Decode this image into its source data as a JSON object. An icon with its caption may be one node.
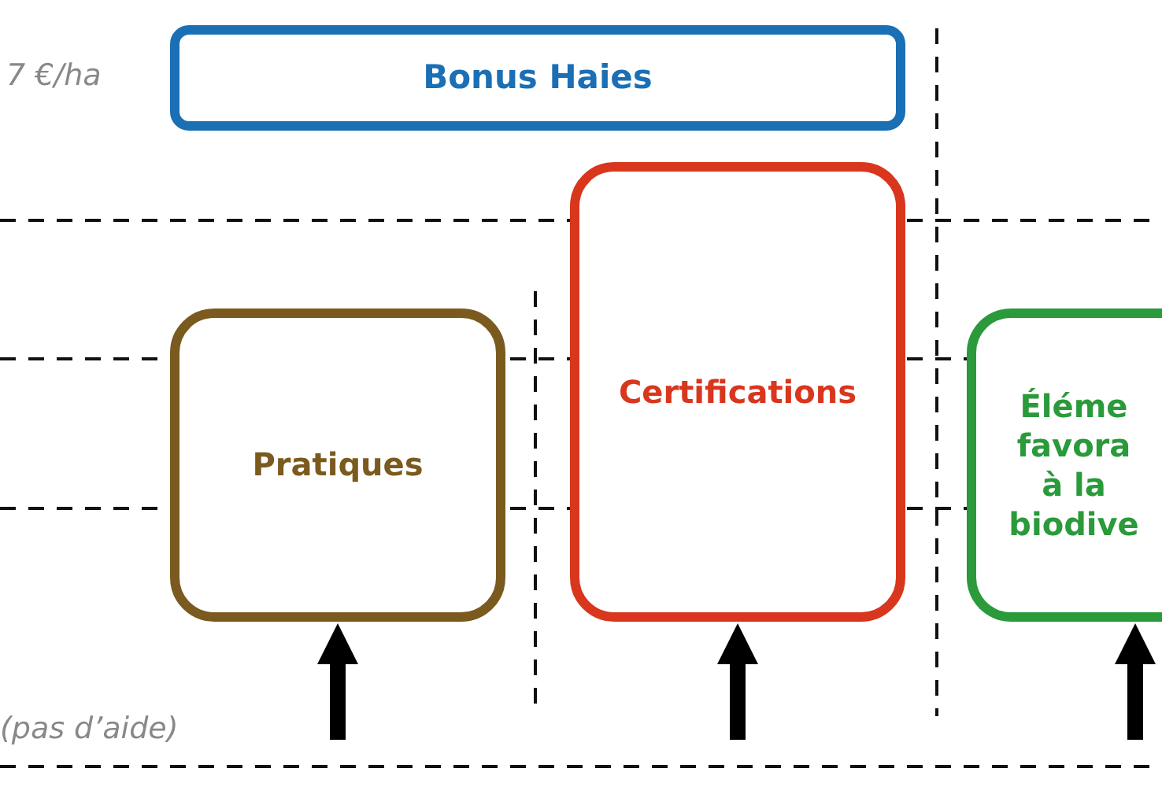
{
  "diagram": {
    "nodes": [
      {
        "text": [
          "Bonus Haies"
        ]
      },
      {
        "text": [
          "Pratiques"
        ]
      },
      {
        "text": [
          "Certifications"
        ]
      },
      {
        "text": [
          "Éléme favora à la biodive"
        ]
      }
    ],
    "edges": [
      {
        "from": null,
        "to": 1,
        "arrow": "to"
      },
      {
        "from": null,
        "to": 2,
        "arrow": "to"
      },
      {
        "from": null,
        "to": 3,
        "arrow": "to"
      }
    ],
    "labels": [
      "7 €/ha",
      "(pas d’aide)"
    ]
  }
}
